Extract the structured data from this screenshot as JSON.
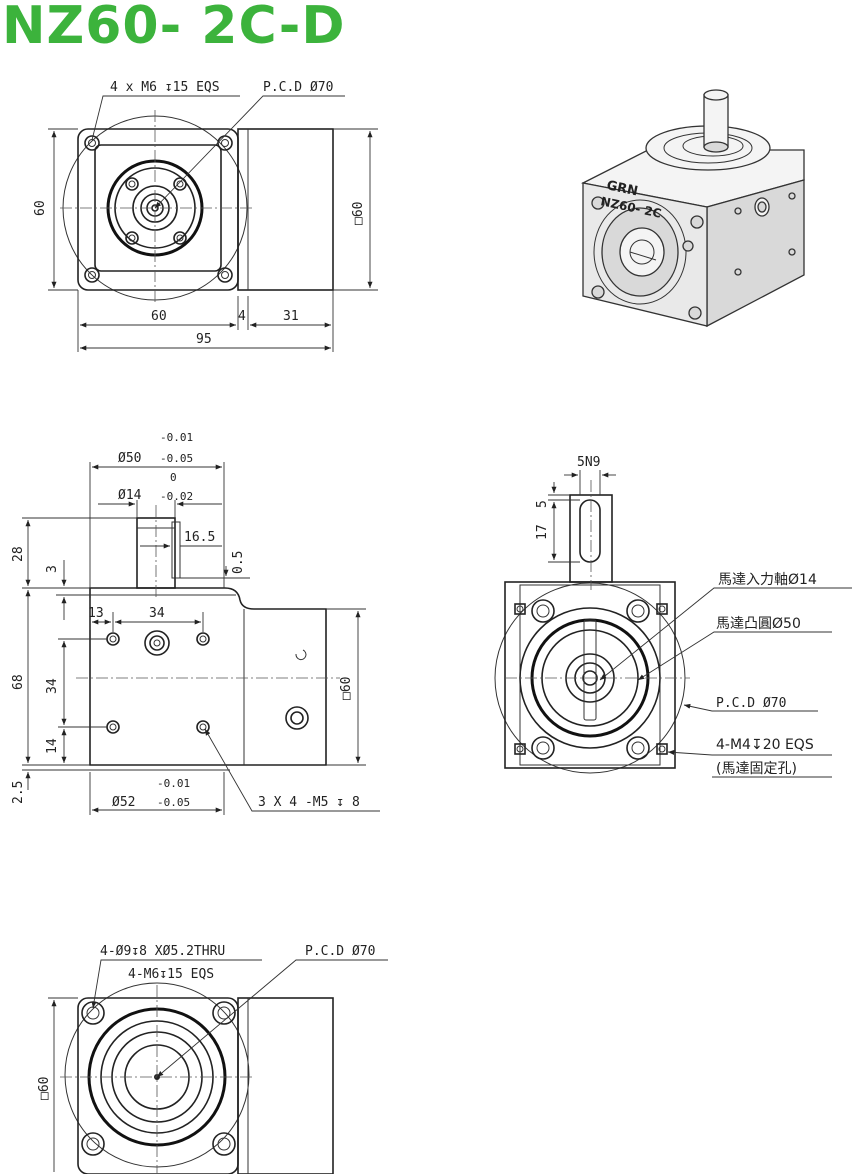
{
  "title": "NZ60- 2C-D",
  "views": {
    "front": {
      "labels": {
        "holes": "4 x  M6",
        "holes_depth": "15 EQS",
        "pcd": "P.C.D",
        "pcd_value": "70",
        "height": "60",
        "square": "60",
        "w60": "60",
        "w4": "4",
        "w31": "31",
        "w95": "95"
      }
    },
    "isometric": {
      "brand": "GRN",
      "model": "NZ60- 2C"
    },
    "side": {
      "labels": {
        "d50": "50",
        "d50_tol_top": "-0.01",
        "d50_tol_bottom": "-0.05",
        "d14_tol_top": "0",
        "d14": "14",
        "d14_tol_bottom": "-0.02",
        "k16_5": "16.5",
        "h28": "28",
        "h3": "3",
        "h0_5": "0.5",
        "h68": "68",
        "h34": "34",
        "h14": "14",
        "h2_5": "2.5",
        "w13": "13",
        "w34": "34",
        "square": "60",
        "d52_tol_top": "-0.01",
        "d52": "52",
        "d52_tol_bottom": "-0.05",
        "tapped": "3 X 4 -M5",
        "tapped_depth": "8"
      }
    },
    "motor": {
      "labels": {
        "keyway": "5N9",
        "v5": "5",
        "v17": "17",
        "input_shaft": "馬達入力軸",
        "input_shaft_value": "14",
        "boss": "馬達凸圓",
        "boss_value": "50",
        "pcd": "P.C.D",
        "pcd_value": "70",
        "holes": "4-M4",
        "holes_depth": "20 EQS",
        "holes_note": "(馬達固定孔)"
      }
    },
    "bottom": {
      "labels": {
        "holes_line1_a": "4-",
        "holes_line1_b": "9",
        "holes_line1_c": "8 X",
        "holes_line1_d": "5.2THRU",
        "holes_line2_a": "4-M6",
        "holes_line2_b": "15 EQS",
        "pcd": "P.C.D",
        "pcd_value": "70",
        "square": "60"
      }
    }
  },
  "symbols": {
    "diameter": "Ø",
    "square": "□",
    "depth": "↧"
  }
}
